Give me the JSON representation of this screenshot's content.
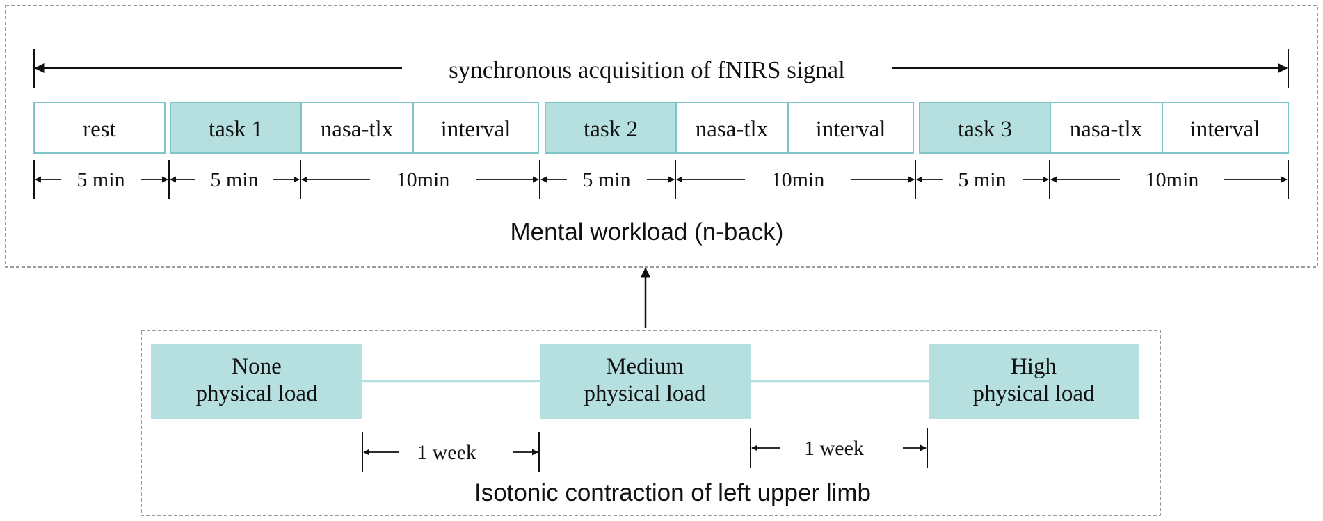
{
  "colors": {
    "teal_fill": "#b6dfe0",
    "teal_stroke": "#7fc4c6",
    "dash": "#7a7a7a",
    "ink": "#111111"
  },
  "mental": {
    "acquisition_label": "synchronous acquisition of fNIRS signal",
    "title": "Mental workload (n-back)",
    "blocks": [
      {
        "label": "rest",
        "filled": false
      },
      {
        "label": "task 1",
        "filled": true
      },
      {
        "label": "nasa-tlx",
        "filled": false
      },
      {
        "label": "interval",
        "filled": false
      },
      {
        "label": "task 2",
        "filled": true
      },
      {
        "label": "nasa-tlx",
        "filled": false
      },
      {
        "label": "interval",
        "filled": false
      },
      {
        "label": "task 3",
        "filled": true
      },
      {
        "label": "nasa-tlx",
        "filled": false
      },
      {
        "label": "interval",
        "filled": false
      }
    ],
    "durations": [
      "5 min",
      "5 min",
      "10min",
      "5 min",
      "10min",
      "5 min",
      "10min"
    ]
  },
  "physical": {
    "title": "Isotonic contraction of left upper limb",
    "loads": [
      {
        "line1": "None",
        "line2": "physical load"
      },
      {
        "line1": "Medium",
        "line2": "physical load"
      },
      {
        "line1": "High",
        "line2": "physical load"
      }
    ],
    "gaps": [
      "1 week",
      "1 week"
    ]
  }
}
